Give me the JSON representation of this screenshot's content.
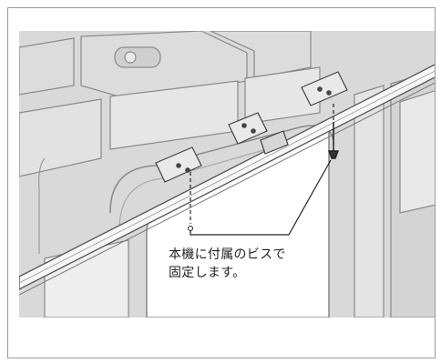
{
  "callout": {
    "line1": "本機に付属のビスで",
    "line2": "固定します。"
  },
  "colors": {
    "background_gray": "#d9d9d9",
    "line": "#7a7a7a",
    "dark_line": "#333333",
    "frame_border": "#9a9a9a"
  },
  "icons": [
    "screw-icon",
    "bracket",
    "dashed-guide-line"
  ]
}
